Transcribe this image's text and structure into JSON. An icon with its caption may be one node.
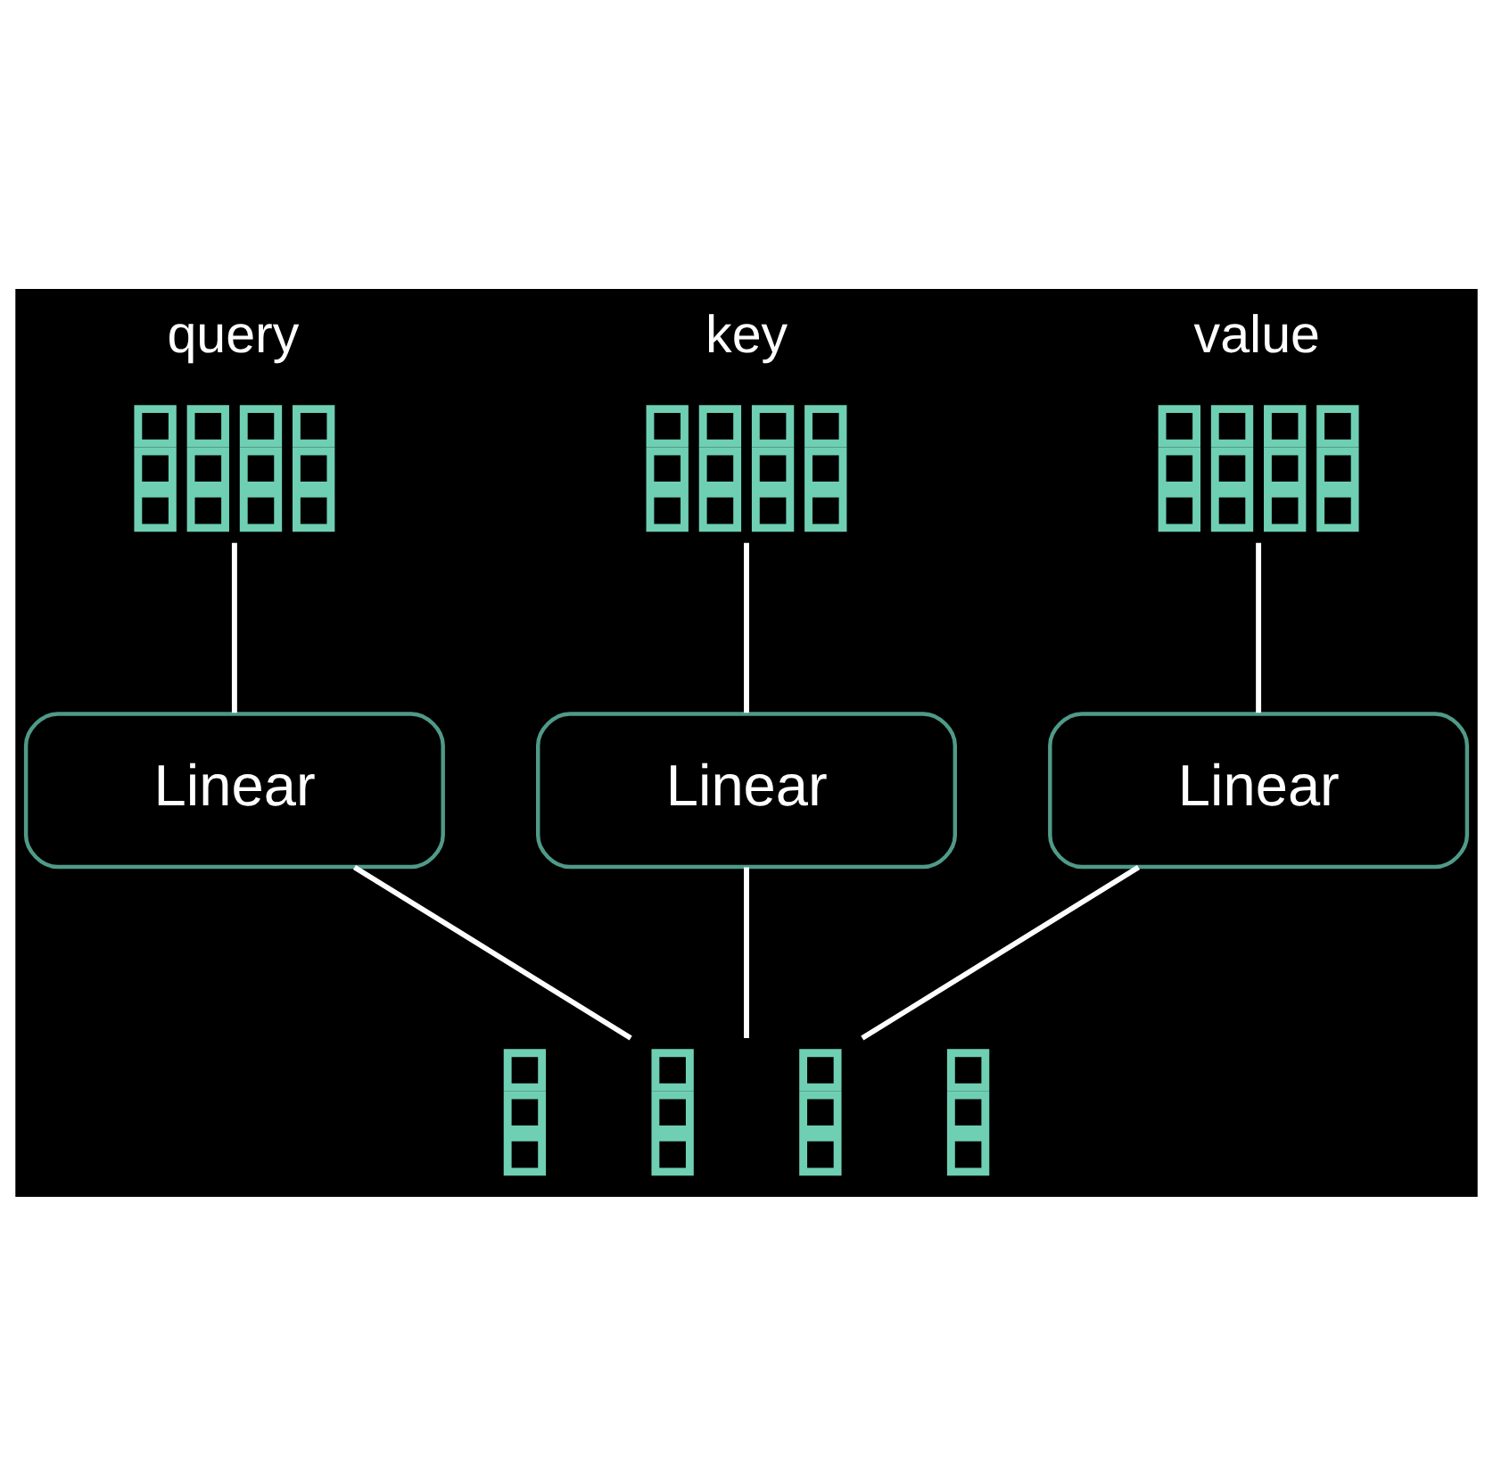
{
  "diagram": {
    "nodes": [
      {
        "text": [],
        "shape": "grid",
        "beside": [
          "query"
        ]
      },
      {
        "text": [],
        "shape": "grid",
        "beside": [
          "key"
        ]
      },
      {
        "text": [],
        "shape": "grid",
        "beside": [
          "value"
        ]
      },
      {
        "text": [
          "Linear"
        ]
      },
      {
        "text": [
          "Linear"
        ]
      },
      {
        "text": [
          "Linear"
        ]
      },
      {
        "text": [],
        "shape": "grid"
      }
    ],
    "edges": [
      {
        "from": 0,
        "to": 3,
        "arrow": "none"
      },
      {
        "from": 1,
        "to": 4,
        "arrow": "none"
      },
      {
        "from": 2,
        "to": 5,
        "arrow": "none"
      },
      {
        "from": 3,
        "to": 6,
        "arrow": "none"
      },
      {
        "from": 4,
        "to": 6,
        "arrow": "none"
      },
      {
        "from": 5,
        "to": 6,
        "arrow": "none"
      }
    ]
  }
}
